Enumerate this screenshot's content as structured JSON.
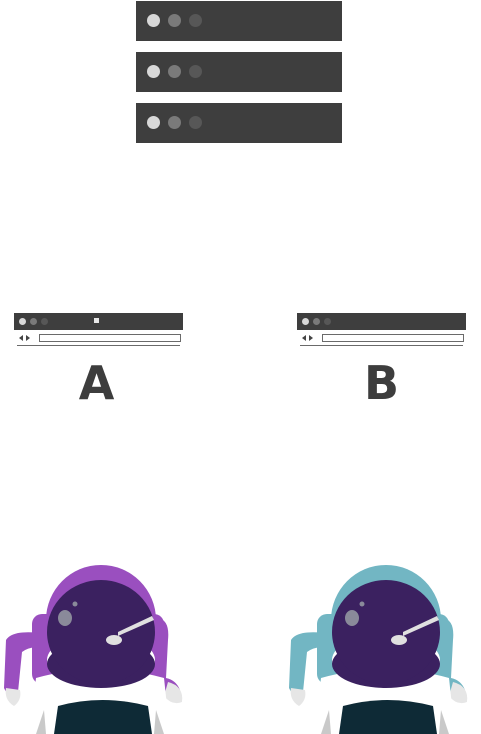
{
  "stack": {
    "bars": [
      {
        "icon": "window-bar"
      },
      {
        "icon": "window-bar"
      },
      {
        "icon": "window-bar"
      }
    ]
  },
  "variants": [
    {
      "label": "A",
      "accent": "#9a4fbf"
    },
    {
      "label": "B",
      "accent": "#72b6c3"
    }
  ],
  "colors": {
    "bar": "#3e3e3e",
    "helmet_visor": "#3b2160",
    "torso": "#0e2a36",
    "letter": "#3d3d3d"
  }
}
